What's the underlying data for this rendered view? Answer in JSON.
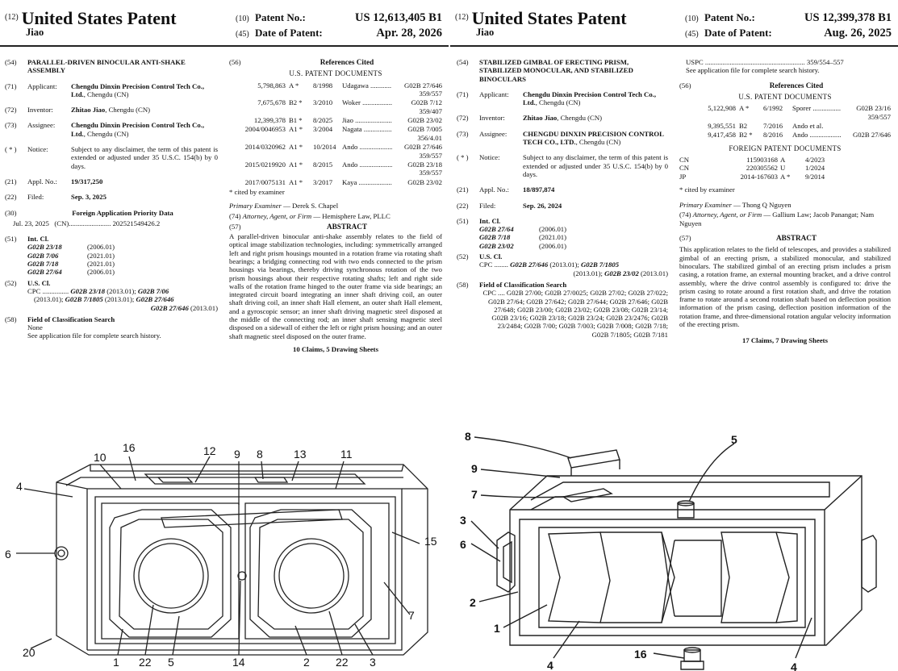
{
  "patentA": {
    "header": {
      "code12": "(12)",
      "title": "United States Patent",
      "inventor_short": "Jiao",
      "code10": "(10)",
      "patent_no_label": "Patent No.:",
      "patent_no": "US 12,613,405 B1",
      "code45": "(45)",
      "date_label": "Date of Patent:",
      "date": "Apr. 28, 2026"
    },
    "f54": {
      "code": "(54)",
      "value": "PARALLEL-DRIVEN BINOCULAR ANTI-SHAKE ASSEMBLY"
    },
    "f71": {
      "code": "(71)",
      "label": "Applicant:",
      "name": "Chengdu Dinxin Precision Control Tech Co., Ltd.",
      "loc": ", Chengdu (CN)"
    },
    "f72": {
      "code": "(72)",
      "label": "Inventor:",
      "name": "Zhitao Jiao",
      "loc": ", Chengdu (CN)"
    },
    "f73": {
      "code": "(73)",
      "label": "Assignee:",
      "name": "Chengdu Dinxin Precision Control Tech Co., Ltd.",
      "loc": ", Chengdu (CN)"
    },
    "notice": {
      "code": "( * )",
      "label": "Notice:",
      "value": "Subject to any disclaimer, the term of this patent is extended or adjusted under 35 U.S.C. 154(b) by 0 days."
    },
    "f21": {
      "code": "(21)",
      "label": "Appl. No.:",
      "value": "19/317,250"
    },
    "f22": {
      "code": "(22)",
      "label": "Filed:",
      "value": "Sep. 3, 2025"
    },
    "f30": {
      "code": "(30)",
      "title": "Foreign Application Priority Data",
      "date": "Jul. 23, 2025",
      "country": "(CN)",
      "dots": " ........................",
      "number": "202521549426.2"
    },
    "f51": {
      "code": "(51)",
      "title": "Int. Cl.",
      "items": [
        {
          "cls": "G02B 23/18",
          "ver": "(2006.01)"
        },
        {
          "cls": "G02B 7/06",
          "ver": "(2021.01)"
        },
        {
          "cls": "G02B 7/18",
          "ver": "(2021.01)"
        },
        {
          "cls": "G02B 27/64",
          "ver": "(2006.01)"
        }
      ]
    },
    "f52": {
      "code": "(52)",
      "title": "U.S. Cl.",
      "cpc_label": "CPC",
      "dots": " ...............",
      "c1": "G02B 23/18",
      "v1": " (2013.01); ",
      "c2": "G02B 7/06",
      "v2": "(2013.01); ",
      "c3": "G02B 7/1805",
      "v3": " (2013.01); ",
      "c4": "G02B 27/646",
      "v4": " (2013.01)"
    },
    "f58": {
      "code": "(58)",
      "title": "Field of Classification Search",
      "line1": "None",
      "line2": "See application file for complete search history."
    },
    "f56": {
      "code": "(56)",
      "title": "References Cited",
      "subtitle": "U.S. PATENT DOCUMENTS",
      "refs": [
        {
          "num": "5,798,863",
          "kind": "A  *",
          "date": "8/1998",
          "name": "Udagawa ............",
          "cls": "G02B 27/646",
          "cls2": "359/557"
        },
        {
          "num": "7,675,678",
          "kind": "B2 *",
          "date": "3/2010",
          "name": "Woker ....................",
          "cls": "G02B 7/12",
          "cls2": "359/407"
        },
        {
          "num": "12,399,378",
          "kind": "B1 *",
          "date": "8/2025",
          "name": "Jiao ......................",
          "cls": "G02B 23/02",
          "cls2": ""
        },
        {
          "num": "2004/0046953",
          "kind": "A1 *",
          "date": "3/2004",
          "name": "Nagata .................",
          "cls": "G02B 7/005",
          "cls2": "356/4.01"
        },
        {
          "num": "2014/0320962",
          "kind": "A1 *",
          "date": "10/2014",
          "name": "Ando ....................",
          "cls": "G02B 27/646",
          "cls2": "359/557"
        },
        {
          "num": "2015/0219920",
          "kind": "A1 *",
          "date": "8/2015",
          "name": "Ando ....................",
          "cls": "G02B 23/18",
          "cls2": "359/557"
        },
        {
          "num": "2017/0075131",
          "kind": "A1 *",
          "date": "3/2017",
          "name": "Kaya ......................",
          "cls": "G02B 23/02",
          "cls2": ""
        }
      ],
      "cited": "* cited by examiner"
    },
    "examiner": {
      "label": "Primary Examiner",
      "value": " — Derek S. Chapel"
    },
    "attorney": {
      "code": "(74)",
      "label": "Attorney, Agent, or Firm",
      "value": " — Hemisphere Law, PLLC"
    },
    "abstract": {
      "code": "(57)",
      "title": "ABSTRACT",
      "text": "A parallel-driven binocular anti-shake assembly relates to the field of optical image stabilization technologies, including: symmetrically arranged left and right prism housings mounted in a rotation frame via rotating shaft bearings; a bridging connecting rod with two ends connected to the prism housings via bearings, thereby driving synchronous rotation of the two prism housings about their respective rotating shafts; left and right side walls of the rotation frame hinged to the outer frame via side bearings; an integrated circuit board integrating an inner shaft driving coil, an outer shaft driving coil, an inner shaft Hall element, an outer shaft Hall element, and a gyroscopic sensor; an inner shaft driving magnetic steel disposed at the middle of the connecting rod; an inner shaft sensing magnetic steel disposed on a sidewall of either the left or right prism housing; and an outer shaft magnetic steel disposed on the outer frame."
    },
    "claims": "10 Claims, 5 Drawing Sheets",
    "figure_labels": [
      "16",
      "12",
      "10",
      "9",
      "8",
      "13",
      "11",
      "4",
      "6",
      "15",
      "20",
      "7",
      "1",
      "22",
      "5",
      "14",
      "2",
      "22",
      "3"
    ]
  },
  "patentB": {
    "header": {
      "code12": "(12)",
      "title": "United States Patent",
      "inventor_short": "Jiao",
      "code10": "(10)",
      "patent_no_label": "Patent No.:",
      "patent_no": "US 12,399,378 B1",
      "code45": "(45)",
      "date_label": "Date of Patent:",
      "date": "Aug. 26, 2025"
    },
    "f54": {
      "code": "(54)",
      "value": "STABILIZED GIMBAL OF ERECTING PRISM, STABILIZED MONOCULAR, AND STABILIZED BINOCULARS"
    },
    "f71": {
      "code": "(71)",
      "label": "Applicant:",
      "name": "Chengdu Dinxin Precision Control Tech Co., Ltd.",
      "loc": ", Chengdu (CN)"
    },
    "f72": {
      "code": "(72)",
      "label": "Inventor:",
      "name": "Zhitao Jiao",
      "loc": ", Chengdu (CN)"
    },
    "f73": {
      "code": "(73)",
      "label": "Assignee:",
      "name": "CHENGDU DINXIN PRECISION CONTROL TECH CO., LTD.",
      "loc": ", Chengdu (CN)"
    },
    "notice": {
      "code": "( * )",
      "label": "Notice:",
      "value": "Subject to any disclaimer, the term of this patent is extended or adjusted under 35 U.S.C. 154(b) by 0 days."
    },
    "f21": {
      "code": "(21)",
      "label": "Appl. No.:",
      "value": "18/897,874"
    },
    "f22": {
      "code": "(22)",
      "label": "Filed:",
      "value": "Sep. 26, 2024"
    },
    "f51": {
      "code": "(51)",
      "title": "Int. Cl.",
      "items": [
        {
          "cls": "G02B 27/64",
          "ver": "(2006.01)"
        },
        {
          "cls": "G02B 7/18",
          "ver": "(2021.01)"
        },
        {
          "cls": "G02B 23/02",
          "ver": "(2006.01)"
        }
      ]
    },
    "f52": {
      "code": "(52)",
      "title": "U.S. Cl.",
      "cpc_label": "CPC",
      "dots": " ........ ",
      "c1": "G02B 27/646",
      "v1": " (2013.01); ",
      "c2": "G02B 7/1805",
      "v2": " (2013.01); ",
      "c3": "G02B 23/02",
      "v3": " (2013.01)"
    },
    "f58": {
      "code": "(58)",
      "title": "Field of Classification Search",
      "cpc": "CPC .... G02B 27/00; G02B 27/0025; G02B 27/02; G02B 27/022; G02B 27/64; G02B 27/642; G02B 27/644; G02B 27/646; G02B 27/648; G02B 23/00; G02B 23/02; G02B 23/08; G02B 23/14; G02B 23/16; G02B 23/18; G02B 23/24; G02B 23/2476; G02B 23/2484; G02B 7/00; G02B 7/003; G02B 7/008; G02B 7/18; G02B 7/1805; G02B 7/181"
    },
    "uspc": {
      "label": "USPC",
      "dots": " .........................................................",
      "value": "359/554–557",
      "note": "See application file for complete search history."
    },
    "f56": {
      "code": "(56)",
      "title": "References Cited",
      "subtitle": "U.S. PATENT DOCUMENTS",
      "refs": [
        {
          "num": "5,122,908",
          "kind": "A  *",
          "date": "6/1992",
          "name": "Sporer ..................",
          "cls": "G02B 23/16",
          "cls2": "359/557"
        },
        {
          "num": "9,395,551",
          "kind": "B2",
          "date": "7/2016",
          "name": "Ando et al.",
          "cls": "",
          "cls2": ""
        },
        {
          "num": "9,417,458",
          "kind": "B2 *",
          "date": "8/2016",
          "name": "Ando ...................",
          "cls": "G02B 27/646",
          "cls2": ""
        }
      ],
      "foreign_title": "FOREIGN PATENT DOCUMENTS",
      "foreign": [
        {
          "cc": "CN",
          "num": "115903168",
          "kind": "A",
          "date": "4/2023"
        },
        {
          "cc": "CN",
          "num": "220305562",
          "kind": "U",
          "date": "1/2024"
        },
        {
          "cc": "JP",
          "num": "2014-167603",
          "kind": "A  *",
          "date": "9/2014"
        }
      ],
      "cited": "* cited by examiner"
    },
    "examiner": {
      "label": "Primary Examiner",
      "value": " — Thong Q Nguyen"
    },
    "attorney": {
      "code": "(74)",
      "label": "Attorney, Agent, or Firm",
      "value": " — Gallium Law; Jacob Panangat; Nam Nguyen"
    },
    "abstract": {
      "code": "(57)",
      "title": "ABSTRACT",
      "text": "This application relates to the field of telescopes, and provides a stabilized gimbal of an erecting prism, a stabilized monocular, and stabilized binoculars. The stabilized gimbal of an erecting prism includes a prism casing, a rotation frame, an external mounting bracket, and a drive control assembly, where the drive control assembly is configured to: drive the prism casing to rotate around a first rotation shaft, and drive the rotation frame to rotate around a second rotation shaft based on deflection position information of the prism casing, deflection position information of the rotation frame, and three-dimensional rotation angular velocity information of the erecting prism."
    },
    "claims": "17 Claims, 7 Drawing Sheets",
    "figure_labels": [
      "8",
      "5",
      "9",
      "7",
      "3",
      "6",
      "2",
      "1",
      "4",
      "16",
      "4"
    ]
  }
}
